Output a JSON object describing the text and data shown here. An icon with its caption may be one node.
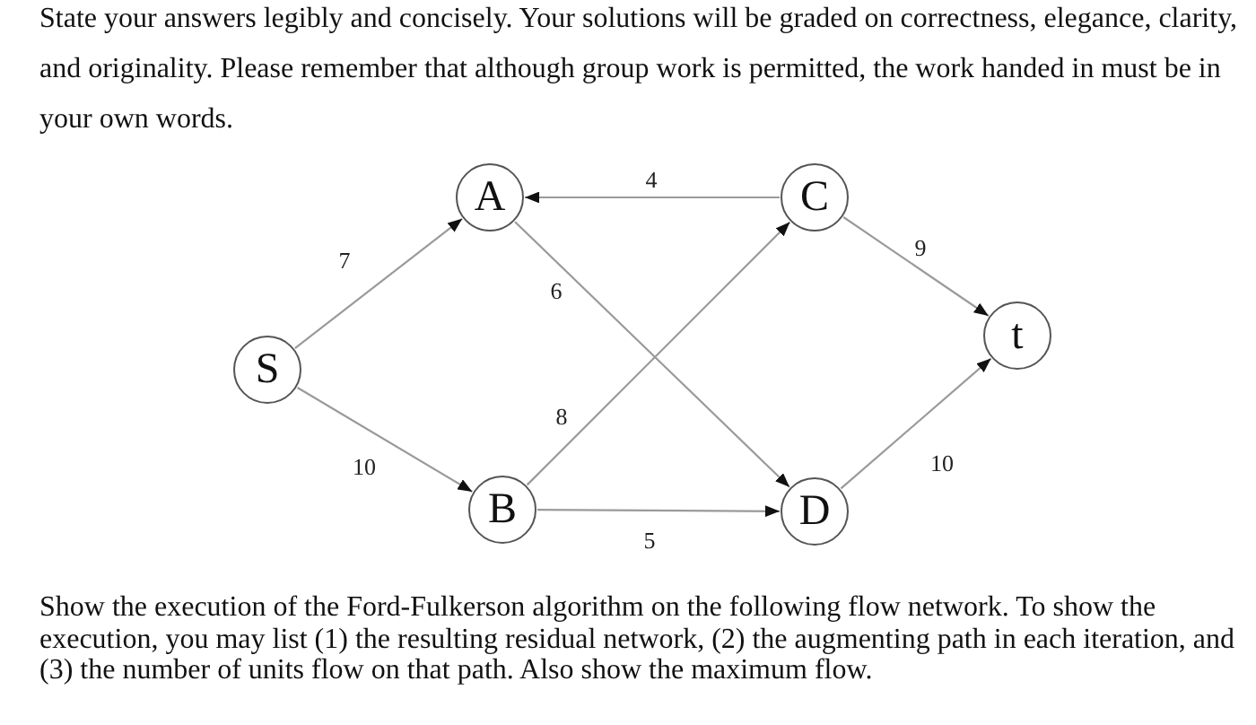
{
  "diagram": {
    "nodes": [
      {
        "text": [
          "S"
        ]
      },
      {
        "text": [
          "A"
        ]
      },
      {
        "text": [
          "B"
        ]
      },
      {
        "text": [
          "C"
        ]
      },
      {
        "text": [
          "D"
        ]
      },
      {
        "text": [
          "t"
        ]
      }
    ],
    "edges": [
      {
        "from": 0,
        "to": 1,
        "arrow": "to",
        "label": "7"
      },
      {
        "from": 0,
        "to": 2,
        "arrow": "to",
        "label": "10"
      },
      {
        "from": 3,
        "to": 1,
        "arrow": "to",
        "label": "4"
      },
      {
        "from": 1,
        "to": 4,
        "arrow": "to",
        "label": "6"
      },
      {
        "from": 2,
        "to": 3,
        "arrow": "to",
        "label": "8"
      },
      {
        "from": 2,
        "to": 4,
        "arrow": "to",
        "label": "5"
      },
      {
        "from": 3,
        "to": 5,
        "arrow": "to",
        "label": "9"
      },
      {
        "from": 4,
        "to": 5,
        "arrow": "to",
        "label": "10"
      }
    ],
    "labels": [
      "State your answers legibly and concisely. Your solutions will be graded on correctness, elegance, clarity, and originality. Please remember that although group work is permitted, the work handed in must be in your own words.",
      "Show the execution of the Ford-Fulkerson algorithm on the following flow network. To show the execution, you may list (1) the resulting residual network, (2) the augmenting path in each iteration, and (3) the number of units flow on that path. Also show the maximum flow."
    ]
  }
}
